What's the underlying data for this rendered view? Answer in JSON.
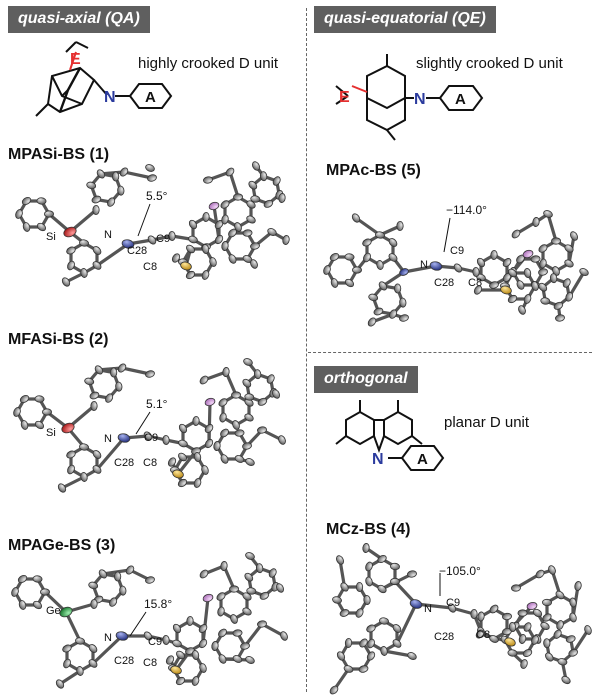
{
  "colors": {
    "carbon": "#8e8e8e",
    "nitrogen": "#2b3b9e",
    "silicon": "#d42020",
    "germanium": "#1f9a3a",
    "boron": "#c98ad6",
    "sulfur": "#e0b030",
    "heteroatom_E": "#e53030",
    "tag_bg": "#5f5f5f"
  },
  "left": {
    "tag": "quasi-axial (QA)",
    "description": "highly crooked D unit",
    "scheme": {
      "E": "E",
      "N": "N",
      "A": "A"
    }
  },
  "right_top": {
    "tag": "quasi-equatorial (QE)",
    "description": "slightly crooked D unit",
    "scheme": {
      "E": "E",
      "N": "N",
      "A": "A"
    }
  },
  "right_bottom": {
    "tag": "orthogonal",
    "description": "planar D unit",
    "scheme": {
      "N": "N",
      "A": "A"
    }
  },
  "compounds": [
    {
      "name": "MPASi-BS (1)",
      "angle": "5.5°",
      "hetero": "Si",
      "labels": [
        "N",
        "C9",
        "C28",
        "C8"
      ]
    },
    {
      "name": "MFASi-BS (2)",
      "angle": "5.1°",
      "hetero": "Si",
      "labels": [
        "N",
        "C9",
        "C28",
        "C8"
      ]
    },
    {
      "name": "MPAGe-BS (3)",
      "angle": "15.8°",
      "hetero": "Ge",
      "labels": [
        "N",
        "C9",
        "C28",
        "C8"
      ]
    },
    {
      "name": "MPAc-BS (5)",
      "angle": "−114.0°",
      "labels": [
        "N",
        "C9",
        "C28",
        "C8"
      ]
    },
    {
      "name": "MCz-BS (4)",
      "angle": "−105.0°",
      "labels": [
        "N",
        "C9",
        "C28",
        "C8"
      ]
    }
  ]
}
